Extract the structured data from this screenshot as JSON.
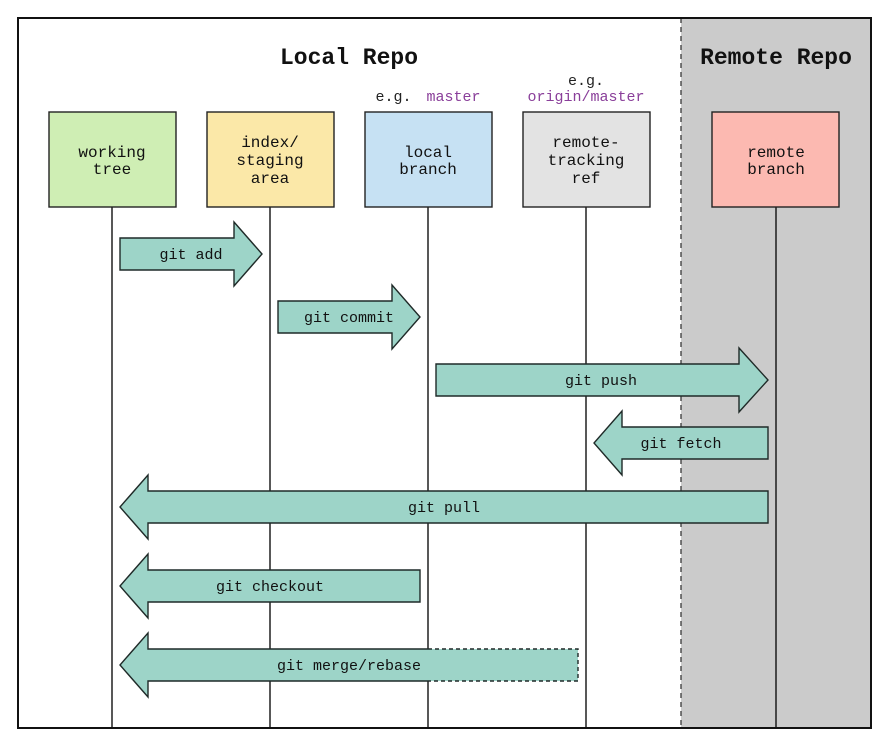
{
  "regions": {
    "local": {
      "title": "Local Repo",
      "background": "#ffffff"
    },
    "remote": {
      "title": "Remote Repo",
      "background": "#cbcbcb"
    }
  },
  "boxes": [
    {
      "id": "working-tree",
      "lines": [
        "working",
        "tree"
      ],
      "color": "#cfeeb4"
    },
    {
      "id": "staging-area",
      "lines": [
        "index/",
        "staging",
        "area"
      ],
      "color": "#fbe8a8"
    },
    {
      "id": "local-branch",
      "lines": [
        "local",
        "branch"
      ],
      "color": "#c6e1f3",
      "example_prefix": "e.g.",
      "example_value": "master"
    },
    {
      "id": "remote-tracking-ref",
      "lines": [
        "remote-",
        "tracking",
        "ref"
      ],
      "color": "#e3e3e3",
      "example_prefix": "e.g.",
      "example_value": "origin/master"
    },
    {
      "id": "remote-branch",
      "lines": [
        "remote",
        "branch"
      ],
      "color": "#fcb9b1"
    }
  ],
  "commands": [
    {
      "id": "git-add",
      "label": "git add",
      "from": "working-tree",
      "to": "staging-area"
    },
    {
      "id": "git-commit",
      "label": "git commit",
      "from": "staging-area",
      "to": "local-branch"
    },
    {
      "id": "git-push",
      "label": "git push",
      "from": "local-branch",
      "to": "remote-branch"
    },
    {
      "id": "git-fetch",
      "label": "git fetch",
      "from": "remote-branch",
      "to": "remote-tracking-ref"
    },
    {
      "id": "git-pull",
      "label": "git pull",
      "from": "remote-branch",
      "to": "working-tree"
    },
    {
      "id": "git-checkout",
      "label": "git checkout",
      "from": "local-branch",
      "to": "working-tree"
    },
    {
      "id": "git-merge-rebase",
      "label": "git merge/rebase",
      "from": "remote-tracking-ref",
      "to": "working-tree",
      "dashed_tail": true
    }
  ],
  "colors": {
    "arrow_fill": "#9dd4c8",
    "arrow_stroke": "#1f2a28",
    "example_accent": "#8a3f9a"
  }
}
